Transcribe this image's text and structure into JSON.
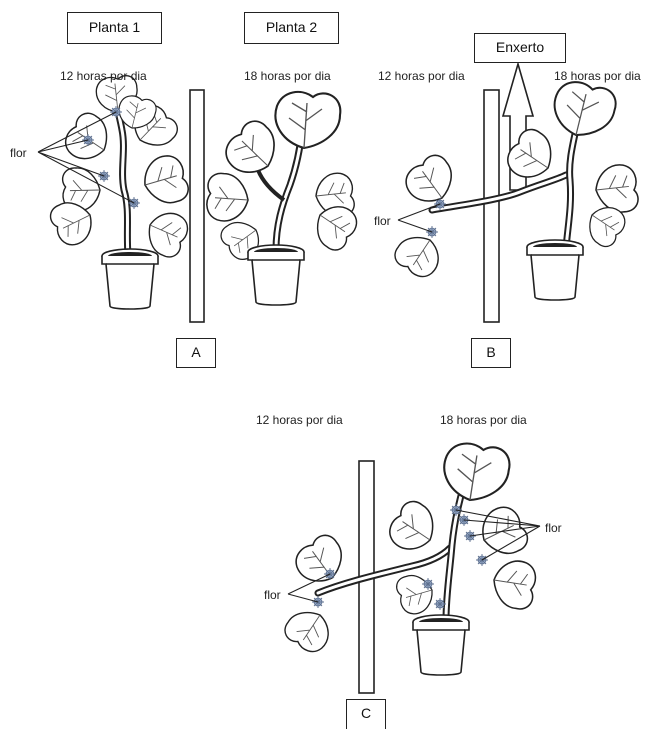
{
  "plant_labels": {
    "plant1": "Planta 1",
    "plant2": "Planta 2"
  },
  "graft_label": "Enxerto",
  "photoperiod": {
    "short": "12 horas por dia",
    "long": "18 horas por dia"
  },
  "flower_label": "flor",
  "panels": [
    "A",
    "B",
    "C"
  ],
  "colors": {
    "ink": "#222222",
    "flower": "#7a8fb0",
    "leaf_shade": "#888888"
  }
}
